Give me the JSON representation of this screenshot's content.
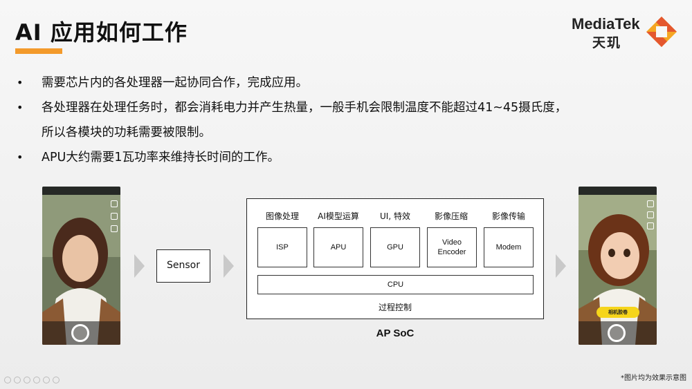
{
  "title": "AI 应用如何工作",
  "logo": {
    "brand_en": "MediaTek",
    "brand_cn": "天玑"
  },
  "bullets": [
    "需要芯片内的各处理器一起协同合作，完成应用。",
    "各处理器在处理任务时，都会消耗电力并产生热量，一般手机会限制温度不能超过41~45摄氏度，",
    "所以各模块的功耗需要被限制。",
    "APU大约需要1瓦功率来维持长时间的工作。"
  ],
  "bullet_symbol": "•",
  "diagram": {
    "sensor_label": "Sensor",
    "block_titles": [
      "图像处理",
      "AI模型运算",
      "UI, 特效",
      "影像压缩",
      "影像传输"
    ],
    "blocks": [
      "ISP",
      "APU",
      "GPU",
      "Video\nEncoder",
      "Modem"
    ],
    "cpu_label": "CPU",
    "process_control": "过程控制",
    "soc_caption": "AP SoC"
  },
  "phone_right_chip": "相机胶卷",
  "footnote": "*图片均为效果示意图",
  "colors": {
    "accent": "#f39a2b",
    "logo_orange": "#f5a623",
    "logo_red": "#e4572e",
    "arrow": "#c9c9c9"
  },
  "icons": [
    "mediatek-logo-icon",
    "arrow-right-icon",
    "camera-shutter-icon"
  ]
}
